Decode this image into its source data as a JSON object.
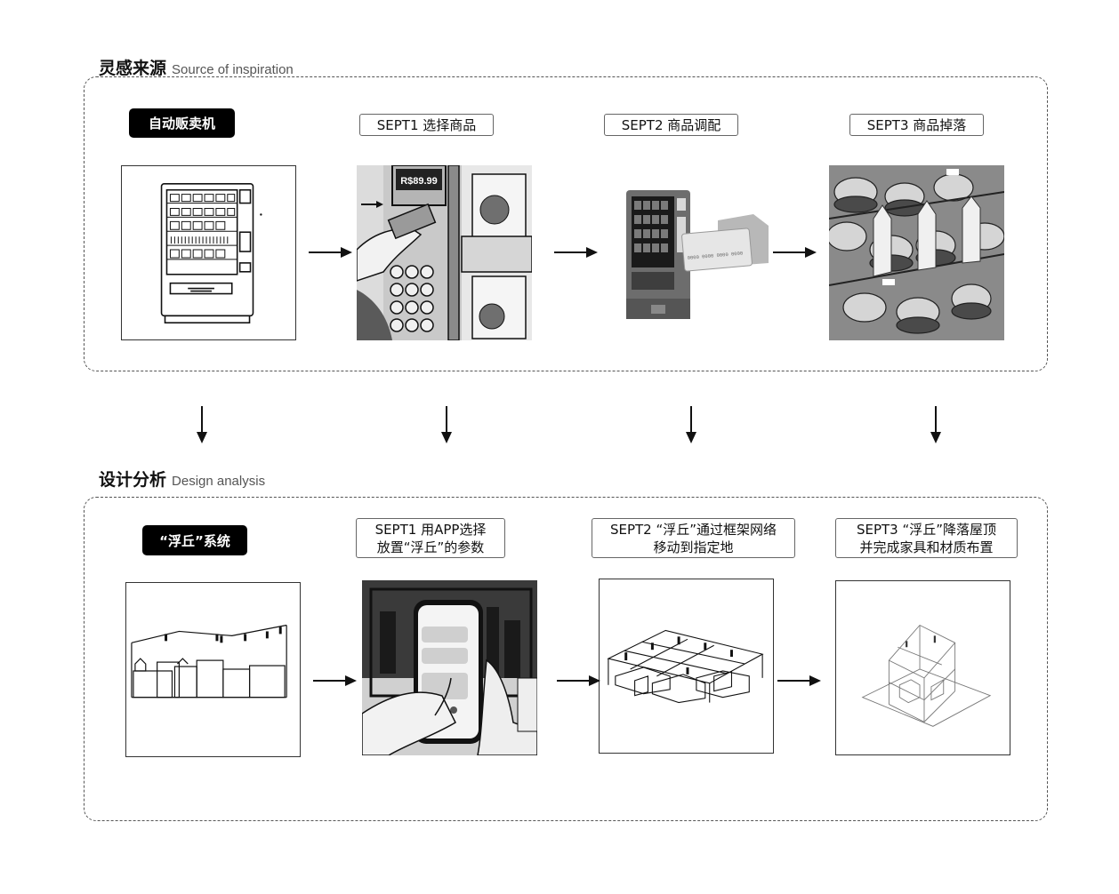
{
  "sections": {
    "inspiration": {
      "title_cn": "灵感来源",
      "title_en": "Source of inspiration",
      "steps": [
        {
          "label": "自动贩卖机",
          "illustration": "vending-machine-icon"
        },
        {
          "label": "SEPT1 选择商品",
          "illustration": "card-payment-scene",
          "price_sign": "R$89.99"
        },
        {
          "label": "SEPT2 商品调配",
          "illustration": "vending-card-icon",
          "card_number": "0000 0000 0000 0000"
        },
        {
          "label": "SEPT3 商品掉落",
          "illustration": "cans-shelf-scene"
        }
      ]
    },
    "design": {
      "title_cn": "设计分析",
      "title_en": "Design analysis",
      "steps": [
        {
          "label": "“浮丘”系统",
          "illustration": "floating-system-elevation"
        },
        {
          "label_lines": [
            "SEPT1 用APP选择",
            "放置“浮丘”的参数"
          ],
          "illustration": "phone-app-scene"
        },
        {
          "label_lines": [
            "SEPT2 “浮丘”通过框架网络",
            "移动到指定地"
          ],
          "illustration": "frame-network-axonometric"
        },
        {
          "label_lines": [
            "SEPT3 “浮丘”降落屋顶",
            "并完成家具和材质布置"
          ],
          "illustration": "house-frame-axonometric"
        }
      ]
    }
  },
  "colors": {
    "frame": "#555555",
    "tag_dark": "#000000",
    "text": "#111111"
  }
}
